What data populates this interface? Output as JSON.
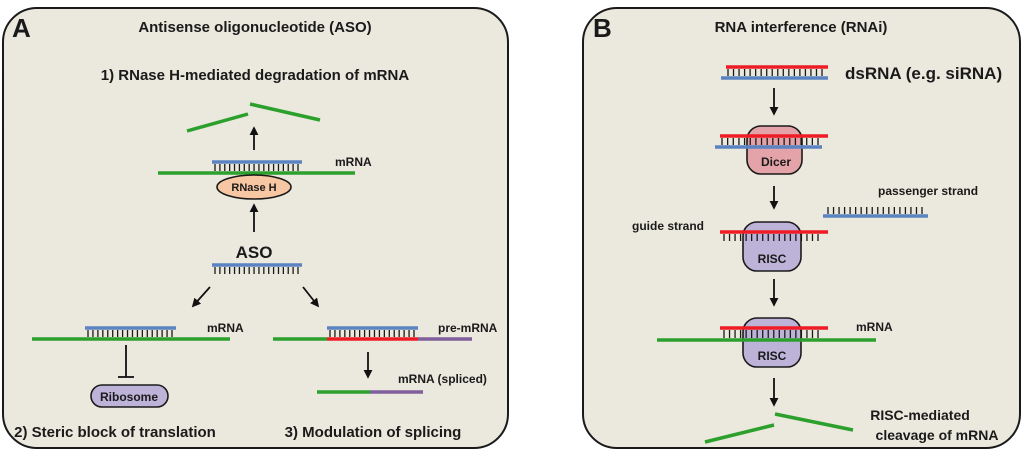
{
  "colors": {
    "panel_bg": "#ebe8dd",
    "mrna": "#2ca02c",
    "aso": "#5b83c2",
    "guide": "#ee1c25",
    "intron": "#7f5f9c",
    "rnase_h": "#f7c6a3",
    "dicer": "#e4a3a8",
    "risc": "#bdb3d9",
    "ribosome": "#bdb3d9"
  },
  "panel_a": {
    "letter": "A",
    "title": "Antisense oligonucleotide (ASO)",
    "mech1_title": "1) RNase H-mediated degradation of mRNA",
    "mech1_mrna_label": "mRNA",
    "rnase_h_label": "RNase H",
    "aso_label": "ASO",
    "mech2_mrna_label": "mRNA",
    "ribosome_label": "Ribosome",
    "mech2_title": "2) Steric block of translation",
    "pre_mrna_label": "pre-mRNA",
    "spliced_label": "mRNA (spliced)",
    "mech3_title": "3) Modulation of splicing"
  },
  "panel_b": {
    "letter": "B",
    "title": "RNA interference (RNAi)",
    "dsrna_label": "dsRNA (e.g. siRNA)",
    "dicer_label": "Dicer",
    "passenger_label": "passenger strand",
    "guide_label": "guide strand",
    "risc_label_1": "RISC",
    "mrna_label": "mRNA",
    "risc_label_2": "RISC",
    "cleavage_label_1": "RISC-mediated",
    "cleavage_label_2": "cleavage of mRNA"
  }
}
